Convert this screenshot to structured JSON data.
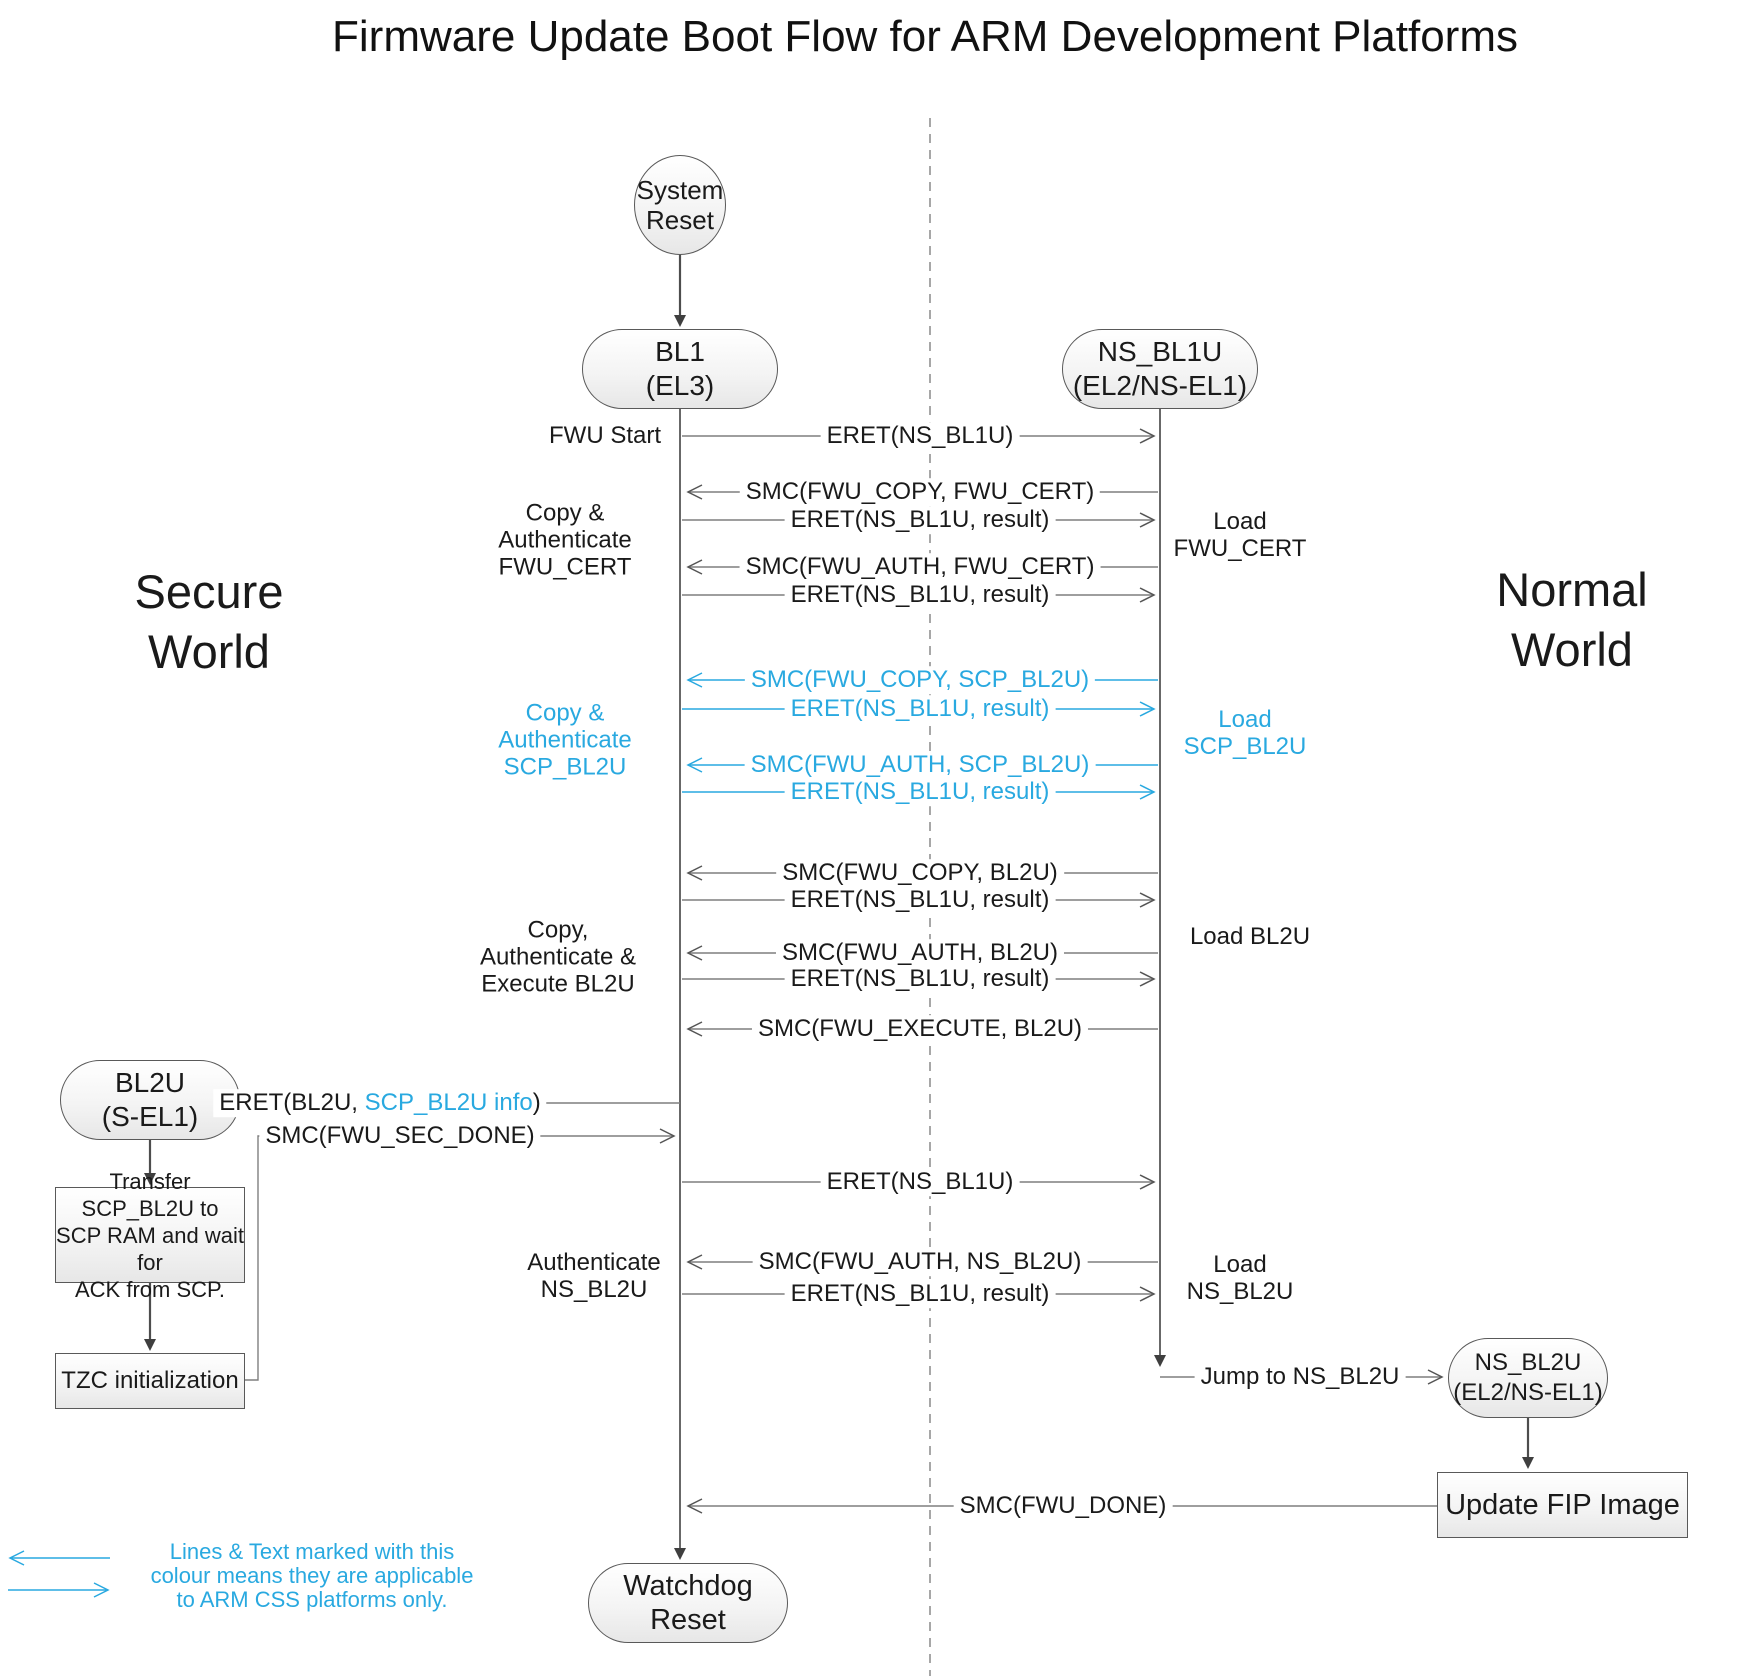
{
  "title": "Firmware Update Boot Flow for ARM Development Platforms",
  "colors": {
    "css_blue": "#29a9e0"
  },
  "worlds": {
    "secure_line1": "Secure",
    "secure_line2": "World",
    "normal_line1": "Normal",
    "normal_line2": "World"
  },
  "nodes": {
    "system_reset_line1": "System",
    "system_reset_line2": "Reset",
    "bl1_line1": "BL1",
    "bl1_line2": "(EL3)",
    "ns_bl1u_line1": "NS_BL1U",
    "ns_bl1u_line2": "(EL2/NS-EL1)",
    "bl2u_line1": "BL2U",
    "bl2u_line2": "(S-EL1)",
    "ns_bl2u_line1": "NS_BL2U",
    "ns_bl2u_line2": "(EL2/NS-EL1)",
    "watchdog": "Watchdog Reset",
    "update_fip": "Update FIP Image",
    "tzc": "TZC initialization",
    "transfer_line1": "Transfer SCP_BL2U to",
    "transfer_line2": "SCP RAM and wait for",
    "transfer_line3": "ACK from SCP."
  },
  "messages": {
    "m0": "ERET(NS_BL1U)",
    "m1": "SMC(FWU_COPY, FWU_CERT)",
    "m2": "ERET(NS_BL1U, result)",
    "m3": "SMC(FWU_AUTH, FWU_CERT)",
    "m4": "ERET(NS_BL1U, result)",
    "m5": "SMC(FWU_COPY, SCP_BL2U)",
    "m6": "ERET(NS_BL1U, result)",
    "m7": "SMC(FWU_AUTH, SCP_BL2U)",
    "m8": "ERET(NS_BL1U, result)",
    "m9": "SMC(FWU_COPY, BL2U)",
    "m10": "ERET(NS_BL1U, result)",
    "m11": "SMC(FWU_AUTH, BL2U)",
    "m12": "ERET(NS_BL1U, result)",
    "m13": "SMC(FWU_EXECUTE, BL2U)",
    "eret_bl2u_part1": "ERET(BL2U, ",
    "eret_bl2u_part2": "SCP_BL2U info",
    "eret_bl2u_part3": ")",
    "m15": "SMC(FWU_SEC_DONE)",
    "m16": "ERET(NS_BL1U)",
    "m17": "SMC(FWU_AUTH, NS_BL2U)",
    "m18": "ERET(NS_BL1U, result)",
    "jump": "Jump to NS_BL2U",
    "fwu_done": "SMC(FWU_DONE)"
  },
  "side_labels": {
    "fwu_start": "FWU Start",
    "copy_auth_fwu_cert_1": "Copy &",
    "copy_auth_fwu_cert_2": "Authenticate",
    "copy_auth_fwu_cert_3": "FWU_CERT",
    "copy_auth_scp_1": "Copy &",
    "copy_auth_scp_2": "Authenticate",
    "copy_auth_scp_3": "SCP_BL2U",
    "copy_auth_exec_1": "Copy,",
    "copy_auth_exec_2": "Authenticate &",
    "copy_auth_exec_3": "Execute BL2U",
    "auth_ns_bl2u_1": "Authenticate",
    "auth_ns_bl2u_2": "NS_BL2U",
    "load_fwu_cert_1": "Load",
    "load_fwu_cert_2": "FWU_CERT",
    "load_scp_1": "Load",
    "load_scp_2": "SCP_BL2U",
    "load_bl2u": "Load BL2U",
    "load_ns_bl2u_1": "Load",
    "load_ns_bl2u_2": "NS_BL2U"
  },
  "legend": {
    "line1": "Lines & Text marked with this",
    "line2": "colour means they are applicable",
    "line3": "to ARM CSS platforms only."
  }
}
